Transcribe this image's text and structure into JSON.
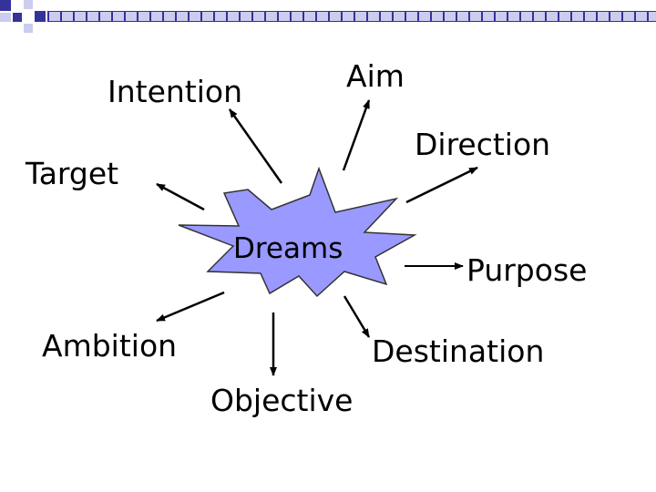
{
  "diagram": {
    "center": "Dreams",
    "words": {
      "intention": "Intention",
      "aim": "Aim",
      "direction": "Direction",
      "target": "Target",
      "purpose": "Purpose",
      "ambition": "Ambition",
      "destination": "Destination",
      "objective": "Objective"
    }
  },
  "colors": {
    "burst_fill": "#9999ff",
    "burst_stroke": "#333333",
    "grid_dark": "#333399",
    "grid_light": "#ccccee",
    "text": "#000000",
    "arrow": "#000000"
  }
}
